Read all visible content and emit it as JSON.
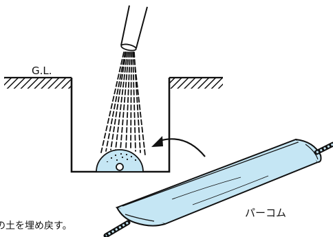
{
  "labels": {
    "ground_level": "G.L.",
    "product_name": "パーコム",
    "caption_fragment": "の土を埋め戻す。"
  },
  "colors": {
    "ink": "#111111",
    "tube_fill": "#c5e6f4",
    "bundle_fill": "#b9dff0",
    "background": "#ffffff"
  }
}
